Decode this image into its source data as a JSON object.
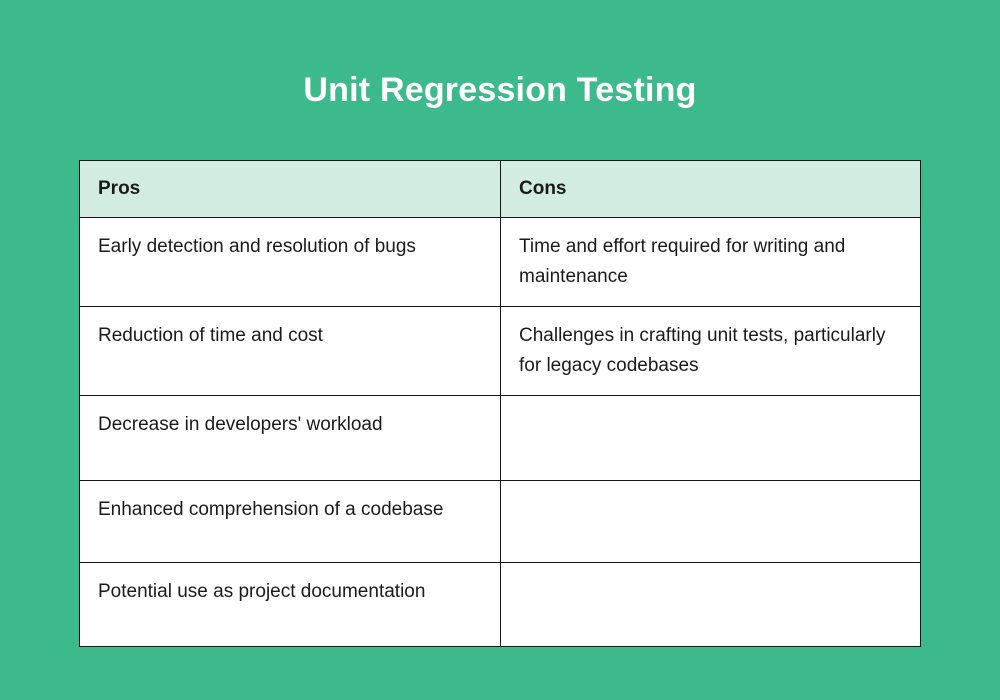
{
  "slide": {
    "background_color": "#3cba8b",
    "title": "Unit Regression Testing"
  },
  "table": {
    "header_background_color": "#d2ece1",
    "border_color": "#141414",
    "cell_background_color": "#ffffff",
    "text_color": "#1b1b1b",
    "columns": [
      {
        "key": "pros",
        "label": "Pros"
      },
      {
        "key": "cons",
        "label": "Cons"
      }
    ],
    "rows": [
      {
        "pros": "Early detection and resolution of bugs",
        "cons": "Time and effort required for writing and maintenance"
      },
      {
        "pros": "Reduction of time and cost",
        "cons": "Challenges in crafting unit tests, particularly for legacy codebases"
      },
      {
        "pros": "Decrease in developers' workload",
        "cons": ""
      },
      {
        "pros": "Enhanced comprehension of a codebase",
        "cons": ""
      },
      {
        "pros": "Potential use as project documentation",
        "cons": ""
      }
    ]
  }
}
